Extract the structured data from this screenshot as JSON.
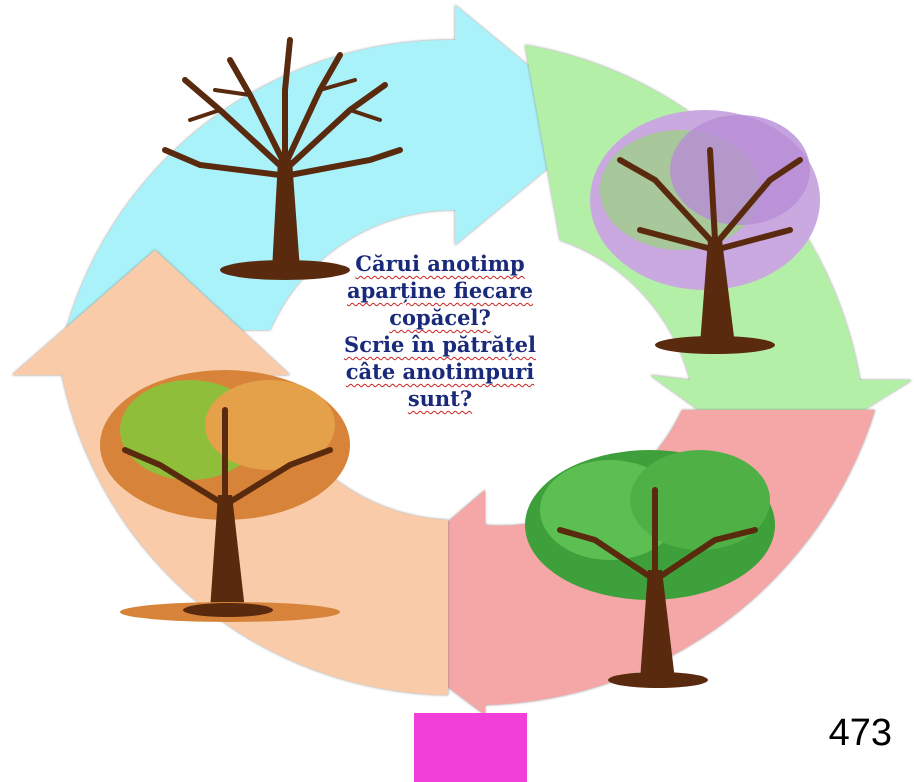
{
  "question": {
    "lines": [
      "Cărui anotimp",
      "aparține fiecare",
      "copăcel?",
      "Scrie în pătrățel",
      "câte anotimpuri",
      "sunt?"
    ]
  },
  "page_number": "473",
  "colors": {
    "winter_arrow": "#a9f2fa",
    "spring_arrow": "#b4efa8",
    "summer_arrow": "#f4a7a6",
    "autumn_arrow": "#f9cba8",
    "answer_box": "#f23fd8",
    "trunk": "#5a2a0e",
    "question_text": "#1a2a7a"
  },
  "trees": [
    {
      "season_icon": "bare-tree-icon"
    },
    {
      "season_icon": "blossom-tree-icon"
    },
    {
      "season_icon": "green-tree-icon"
    },
    {
      "season_icon": "autumn-tree-icon"
    }
  ]
}
